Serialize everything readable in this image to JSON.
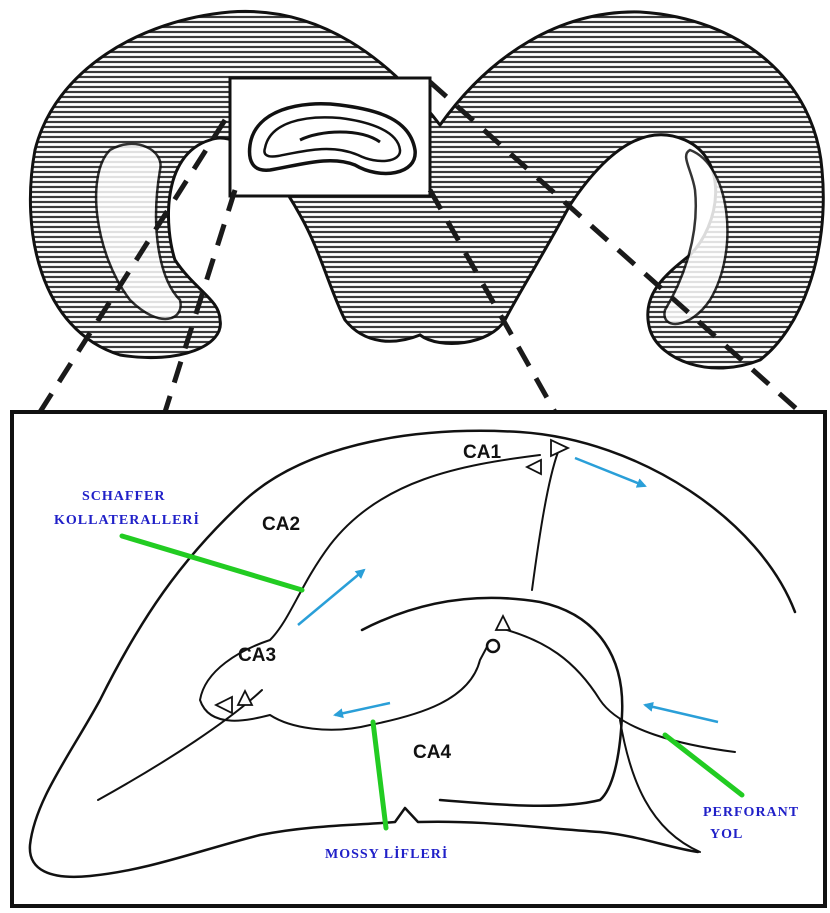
{
  "regions": {
    "ca1": "CA1",
    "ca2": "CA2",
    "ca3": "CA3",
    "ca4": "CA4"
  },
  "pathways": {
    "schaffer_line1": "SCHAFFER",
    "schaffer_line2": "KOLLATERALLERİ",
    "mossy": "MOSSY LİFLERİ",
    "perforant_line1": "PERFORANT",
    "perforant_line2": "YOL"
  },
  "colors": {
    "pathway_label": "#2020c8",
    "pointer_lines": "#22cc22",
    "flow_arrows": "#2a9fd8"
  }
}
